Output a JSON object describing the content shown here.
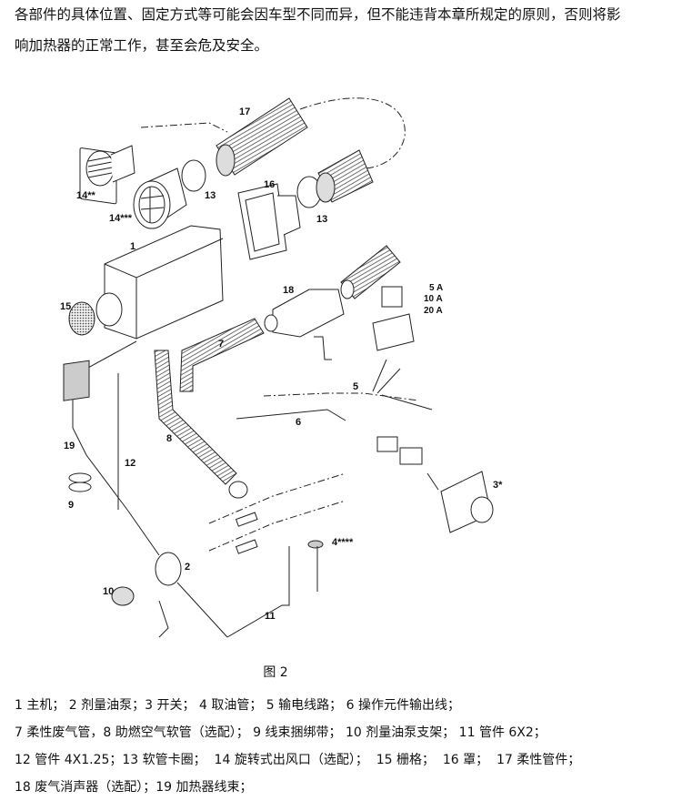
{
  "intro": {
    "line1": "各部件的具体位置、固定方式等可能会因车型不同而异，但不能违背本章所规定的原则，否则将影",
    "line2": "响加热器的正常工作，甚至会危及安全。"
  },
  "figure": {
    "caption": "图 2",
    "callouts": {
      "c1": "1",
      "c2": "2",
      "c3": "3*",
      "c4": "4****",
      "c5": "5",
      "c6": "6",
      "c7": "7",
      "c8": "8",
      "c9": "9",
      "c10": "10",
      "c11": "11",
      "c12": "12",
      "c13a": "13",
      "c13b": "13",
      "c14a": "14**",
      "c14b": "14***",
      "c15": "15",
      "c16": "16",
      "c17": "17",
      "c18": "18",
      "c19": "19"
    },
    "fuses": [
      "5 A",
      "10 A",
      "20 A"
    ]
  },
  "legend": {
    "line1": "1 主机； 2 剂量油泵；3 开关； 4 取油管； 5 输电线路； 6 操作元件输出线；",
    "line2": "7 柔性废气管，8 助燃空气软管（选配）； 9 线束捆绑带； 10 剂量油泵支架； 11 管件 6X2；",
    "line3": "12 管件 4X1.25；13 软管卡圈；  14 旋转式出风口（选配）；  15 栅格；  16 罩；  17 柔性管件；",
    "line4": "18 废气消声器（选配）；19 加热器线束；"
  }
}
